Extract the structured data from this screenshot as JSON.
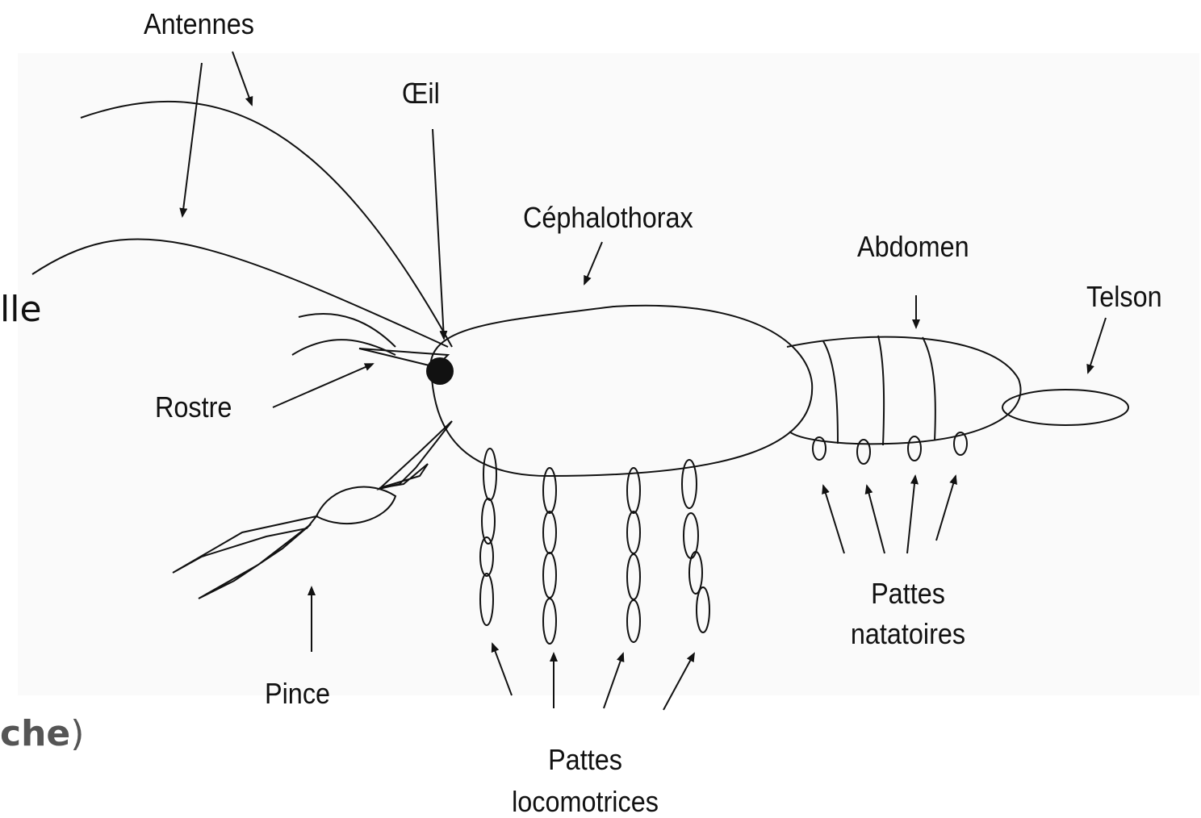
{
  "labels": {
    "antennes": "Antennes",
    "oeil": "Œil",
    "cephalothorax": "Céphalothorax",
    "abdomen": "Abdomen",
    "telson": "Telson",
    "rostre": "Rostre",
    "pince": "Pince",
    "pattes_natatoires_line1": "Pattes",
    "pattes_natatoires_line2": "natatoires",
    "pattes_locomotrices_line1": "Pattes",
    "pattes_locomotrices_line2": "locomotrices"
  },
  "background_text": {
    "fragment_top": "lle",
    "fragment_bottom_bold": "che",
    "fragment_bottom_paren": ")"
  },
  "colors": {
    "line": "#111111",
    "panel": "#fafafa",
    "fragment": "#555555"
  }
}
